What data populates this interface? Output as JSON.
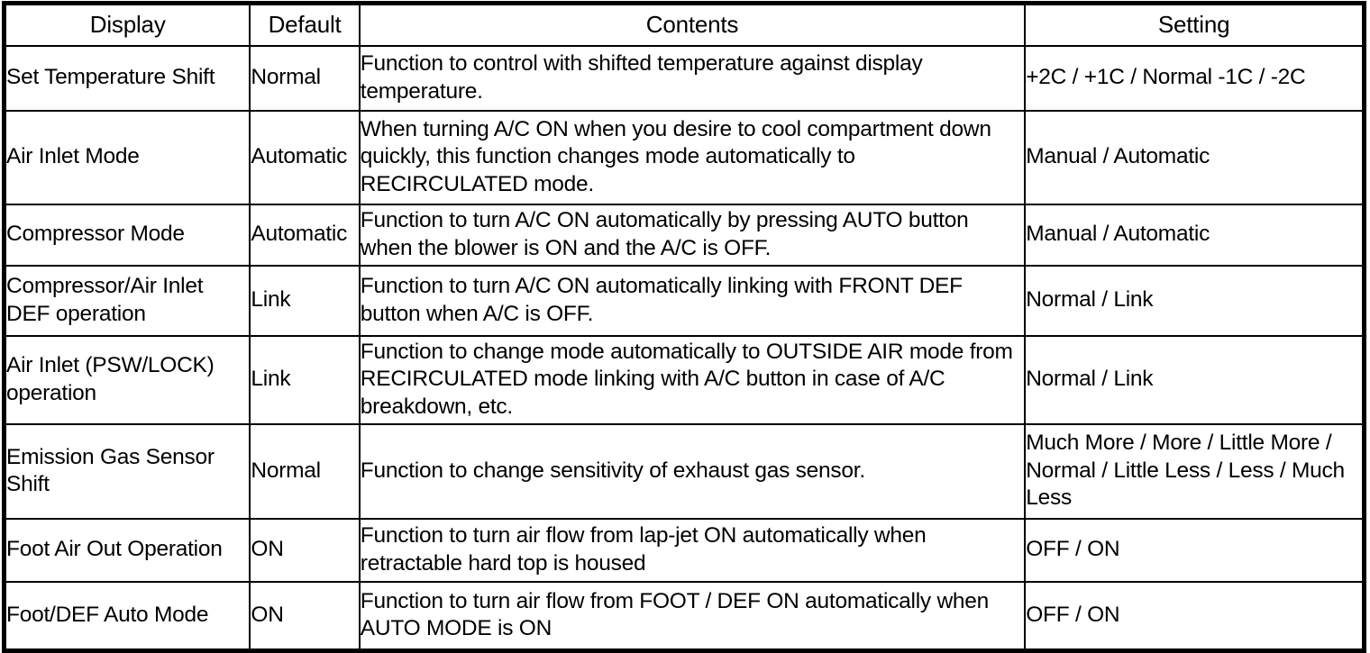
{
  "table": {
    "name": "climate-control-function-settings",
    "columns": [
      {
        "key": "display",
        "header": "Display"
      },
      {
        "key": "default",
        "header": "Default"
      },
      {
        "key": "contents",
        "header": "Contents"
      },
      {
        "key": "setting",
        "header": "Setting"
      }
    ],
    "rows": [
      {
        "display": "Set Temperature Shift",
        "default": "Normal",
        "contents": "Function to control with shifted temperature against display temperature.",
        "setting": "+2C / +1C / Normal -1C / -2C"
      },
      {
        "display": "Air Inlet Mode",
        "default": "Automatic",
        "contents": "When turning A/C ON when you desire to cool compartment down quickly, this function changes mode automatically to RECIRCULATED mode.",
        "setting": "Manual / Automatic"
      },
      {
        "display": "Compressor Mode",
        "default": "Automatic",
        "contents": "Function to turn A/C ON automatically by pressing AUTO button when the blower is ON and the A/C is OFF.",
        "setting": "Manual / Automatic"
      },
      {
        "display": "Compressor/Air Inlet DEF operation",
        "default": "Link",
        "contents": "Function to turn A/C ON automatically linking with FRONT DEF button when A/C is OFF.",
        "setting": "Normal / Link"
      },
      {
        "display": "Air Inlet (PSW/LOCK) operation",
        "default": "Link",
        "contents": "Function to change mode automatically to OUTSIDE AIR mode from RECIRCULATED mode linking with A/C button in case of A/C breakdown, etc.",
        "setting": "Normal / Link"
      },
      {
        "display": "Emission Gas Sensor Shift",
        "default": "Normal",
        "contents": "Function to change sensitivity of exhaust gas sensor.",
        "setting": "Much More / More / Little More / Normal / Little Less / Less / Much Less"
      },
      {
        "display": "Foot Air Out Operation",
        "default": "ON",
        "contents": "Function to turn air flow from lap-jet ON automatically when retractable hard top is housed",
        "setting": "OFF / ON"
      },
      {
        "display": "Foot/DEF Auto Mode",
        "default": "ON",
        "contents": "Function to turn air flow from FOOT / DEF ON automatically when AUTO MODE is ON",
        "setting": "OFF / ON"
      }
    ]
  },
  "colors": {
    "border": "#000000",
    "text": "#000000",
    "background": "#ffffff"
  }
}
